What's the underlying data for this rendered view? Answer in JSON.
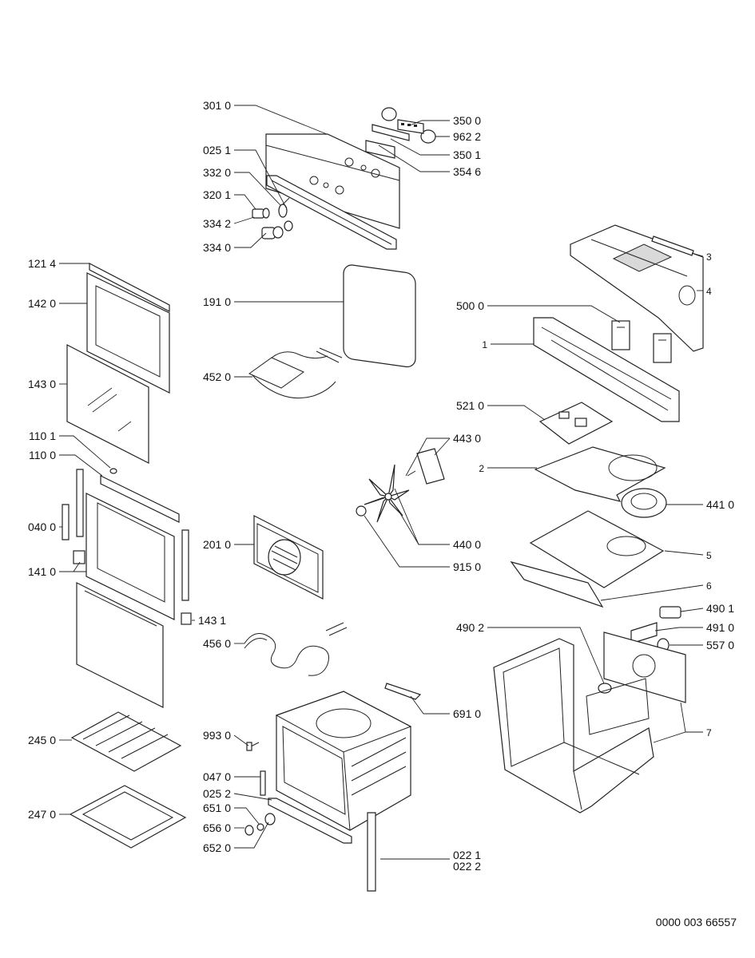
{
  "diagram": {
    "document_number": "0000 003 66557",
    "callouts": [
      {
        "id": "301-0",
        "label": "301 0"
      },
      {
        "id": "025-1",
        "label": "025 1"
      },
      {
        "id": "332-0",
        "label": "332 0"
      },
      {
        "id": "320-1",
        "label": "320 1"
      },
      {
        "id": "334-2",
        "label": "334 2"
      },
      {
        "id": "334-0",
        "label": "334 0"
      },
      {
        "id": "350-0",
        "label": "350 0"
      },
      {
        "id": "962-2",
        "label": "962 2"
      },
      {
        "id": "350-1",
        "label": "350 1"
      },
      {
        "id": "354-6",
        "label": "354 6"
      },
      {
        "id": "121-4",
        "label": "121 4"
      },
      {
        "id": "142-0",
        "label": "142 0"
      },
      {
        "id": "143-0",
        "label": "143 0"
      },
      {
        "id": "110-1",
        "label": "110 1"
      },
      {
        "id": "110-0",
        "label": "110 0"
      },
      {
        "id": "040-0",
        "label": "040 0"
      },
      {
        "id": "141-0",
        "label": "141 0"
      },
      {
        "id": "143-1",
        "label": "143 1"
      },
      {
        "id": "191-0",
        "label": "191 0"
      },
      {
        "id": "452-0",
        "label": "452 0"
      },
      {
        "id": "201-0",
        "label": "201 0"
      },
      {
        "id": "456-0",
        "label": "456 0"
      },
      {
        "id": "245-0",
        "label": "245 0"
      },
      {
        "id": "247-0",
        "label": "247 0"
      },
      {
        "id": "993-0",
        "label": "993 0"
      },
      {
        "id": "047-0",
        "label": "047 0"
      },
      {
        "id": "025-2",
        "label": "025 2"
      },
      {
        "id": "651-0",
        "label": "651 0"
      },
      {
        "id": "656-0",
        "label": "656 0"
      },
      {
        "id": "652-0",
        "label": "652 0"
      },
      {
        "id": "691-0",
        "label": "691 0"
      },
      {
        "id": "022-1",
        "label": "022 1"
      },
      {
        "id": "022-2",
        "label": "022 2"
      },
      {
        "id": "3",
        "label": "3"
      },
      {
        "id": "4",
        "label": "4"
      },
      {
        "id": "500-0",
        "label": "500 0"
      },
      {
        "id": "1",
        "label": "1"
      },
      {
        "id": "521-0",
        "label": "521 0"
      },
      {
        "id": "443-0",
        "label": "443 0"
      },
      {
        "id": "2",
        "label": "2"
      },
      {
        "id": "441-0",
        "label": "441 0"
      },
      {
        "id": "440-0",
        "label": "440 0"
      },
      {
        "id": "5",
        "label": "5"
      },
      {
        "id": "915-0",
        "label": "915 0"
      },
      {
        "id": "6",
        "label": "6"
      },
      {
        "id": "490-1",
        "label": "490 1"
      },
      {
        "id": "490-2",
        "label": "490 2"
      },
      {
        "id": "491-0",
        "label": "491 0"
      },
      {
        "id": "557-0",
        "label": "557 0"
      },
      {
        "id": "7",
        "label": "7"
      }
    ]
  }
}
